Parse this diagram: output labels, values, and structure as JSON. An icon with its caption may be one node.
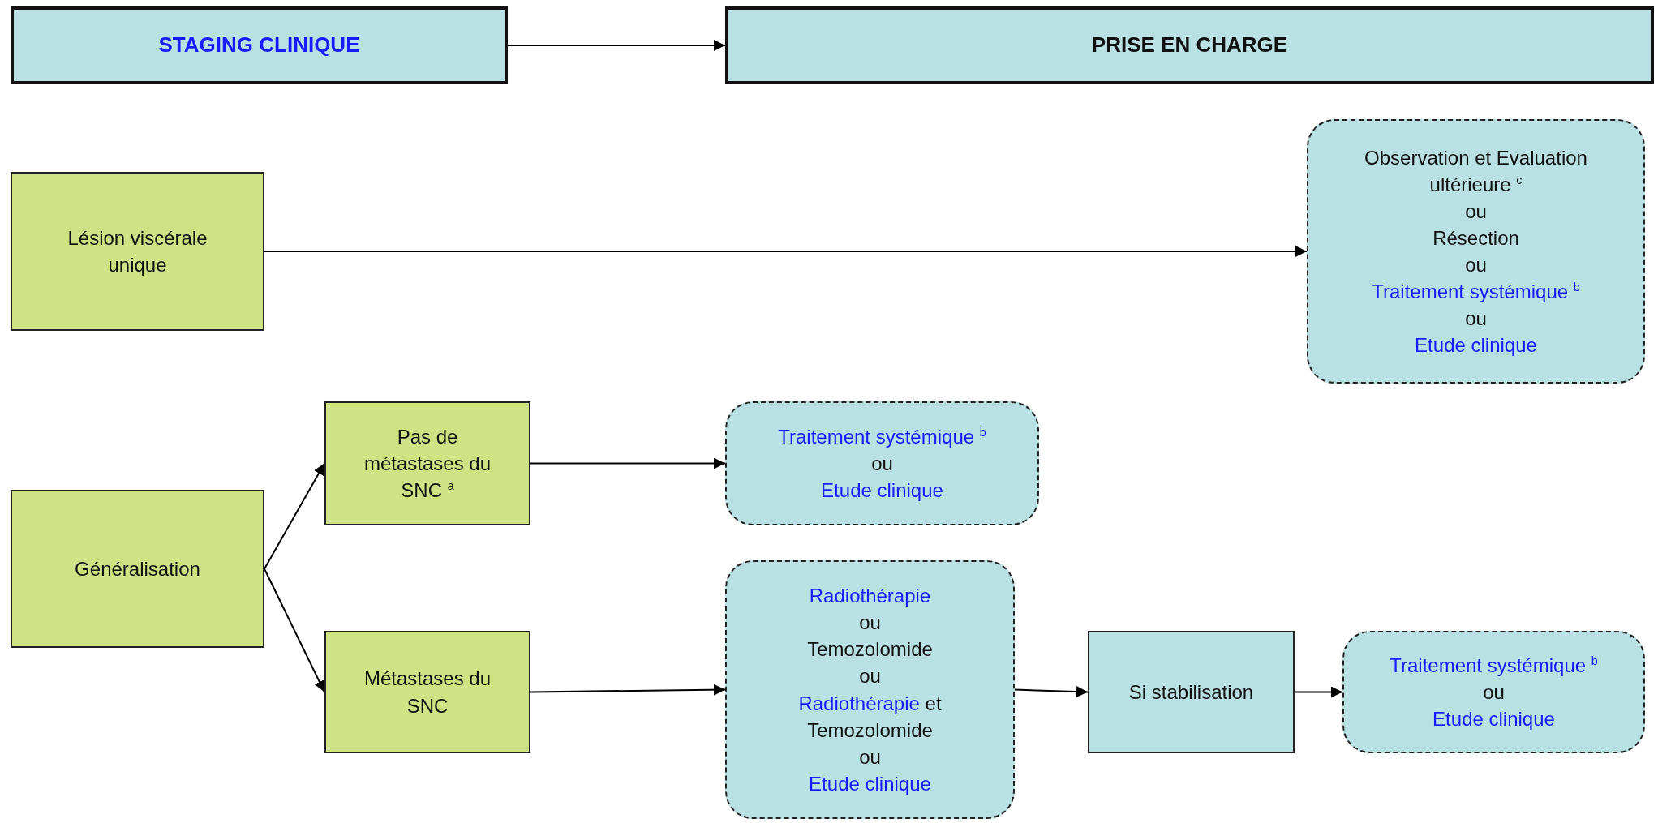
{
  "diagram": {
    "nodes": [
      {
        "text": [
          "STAGING CLINIQUE"
        ]
      },
      {
        "text": [
          "PRISE EN CHARGE"
        ]
      },
      {
        "text": [
          "Lésion viscérale unique"
        ]
      },
      {
        "text": [
          "Observation et Evaluation ultérieure $^{c}$",
          "ou",
          "Résection",
          "ou",
          "Traitement systémique $^{b}$",
          "ou",
          "Etude clinique"
        ]
      },
      {
        "text": [
          "Généralisation"
        ]
      },
      {
        "text": [
          "Pas de métastases du SNC $^{a}$"
        ]
      },
      {
        "text": [
          "Traitement systémique $^{b}$",
          "ou",
          "Etude clinique"
        ]
      },
      {
        "text": [
          "Métastases du SNC"
        ]
      },
      {
        "text": [
          "Radiothérapie",
          "ou",
          "Temozolomide",
          "ou",
          "Radiothérapie",
          "et Temozolomide",
          "ou",
          "Etude clinique"
        ]
      },
      {
        "text": [
          "Si stabilisation"
        ]
      },
      {
        "text": [
          "Traitement systémique $^{b}$",
          "ou",
          "Etude clinique"
        ]
      }
    ],
    "edges": [
      {
        "from": 0,
        "to": 1,
        "arrow": "to"
      },
      {
        "from": 2,
        "to": 3,
        "arrow": "to"
      },
      {
        "from": 4,
        "to": 5,
        "arrow": "to"
      },
      {
        "from": 4,
        "to": 7,
        "arrow": "to"
      },
      {
        "from": 5,
        "to": 6,
        "arrow": "to"
      },
      {
        "from": 7,
        "to": 8,
        "arrow": "to"
      },
      {
        "from": 8,
        "to": 9,
        "arrow": "to"
      },
      {
        "from": 9,
        "to": 10,
        "arrow": "to"
      }
    ]
  }
}
